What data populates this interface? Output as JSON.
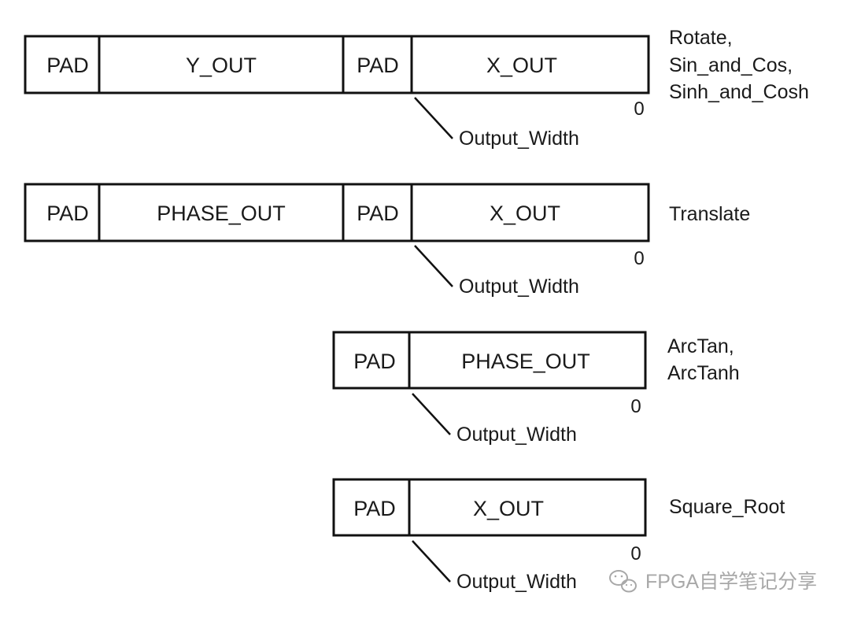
{
  "diagrams": [
    {
      "fields": [
        "PAD",
        "Y_OUT",
        "PAD",
        "X_OUT"
      ],
      "zero": "0",
      "width_label": "Output_Width",
      "functions": [
        "Rotate,",
        "Sin_and_Cos,",
        "Sinh_and_Cosh"
      ]
    },
    {
      "fields": [
        "PAD",
        "PHASE_OUT",
        "PAD",
        "X_OUT"
      ],
      "zero": "0",
      "width_label": "Output_Width",
      "functions": [
        "Translate"
      ]
    },
    {
      "fields": [
        "PAD",
        "PHASE_OUT"
      ],
      "zero": "0",
      "width_label": "Output_Width",
      "functions": [
        "ArcTan,",
        "ArcTanh"
      ]
    },
    {
      "fields": [
        "PAD",
        "X_OUT"
      ],
      "zero": "0",
      "width_label": "Output_Width",
      "functions": [
        "Square_Root"
      ]
    }
  ],
  "watermark": "FPGA自学笔记分享",
  "watermark_icon": "wechat-icon"
}
